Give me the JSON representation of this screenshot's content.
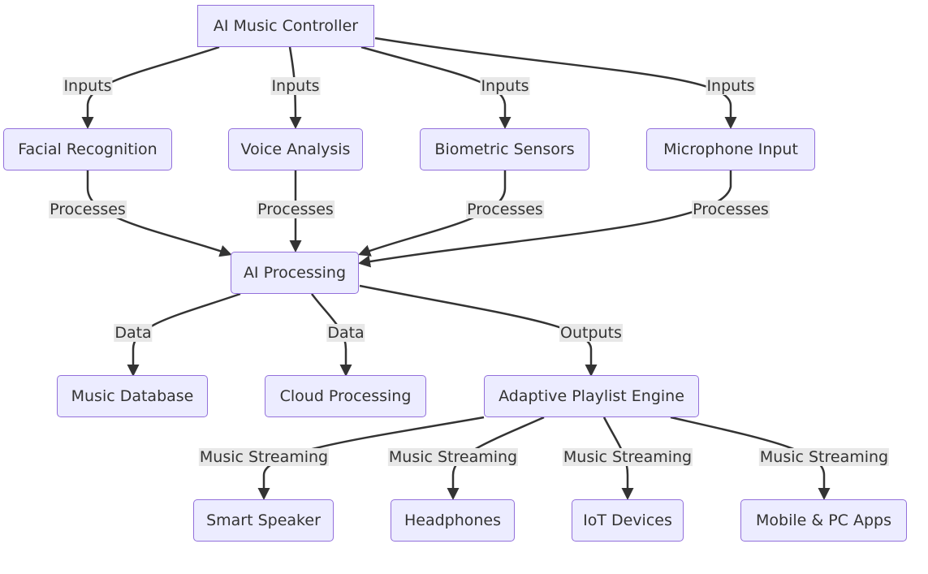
{
  "nodes": {
    "controller": "AI Music Controller",
    "facial": "Facial Recognition",
    "voice": "Voice Analysis",
    "biometric": "Biometric Sensors",
    "microphone": "Microphone Input",
    "processing": "AI Processing",
    "database": "Music Database",
    "cloud": "Cloud Processing",
    "playlist": "Adaptive Playlist Engine",
    "speaker": "Smart Speaker",
    "headphones": "Headphones",
    "iot": "IoT Devices",
    "apps": "Mobile & PC Apps"
  },
  "edges": {
    "inputs_facial": "Inputs",
    "inputs_voice": "Inputs",
    "inputs_biometric": "Inputs",
    "inputs_microphone": "Inputs",
    "processes_facial": "Processes",
    "processes_voice": "Processes",
    "processes_biometric": "Processes",
    "processes_microphone": "Processes",
    "data_database": "Data",
    "data_cloud": "Data",
    "outputs_playlist": "Outputs",
    "stream_speaker": "Music Streaming",
    "stream_headphones": "Music Streaming",
    "stream_iot": "Music Streaming",
    "stream_apps": "Music Streaming"
  },
  "colors": {
    "node_fill": "#ECECFF",
    "node_border": "#9370DB",
    "edge": "#333333",
    "label_bg": "#e8e8e8"
  }
}
